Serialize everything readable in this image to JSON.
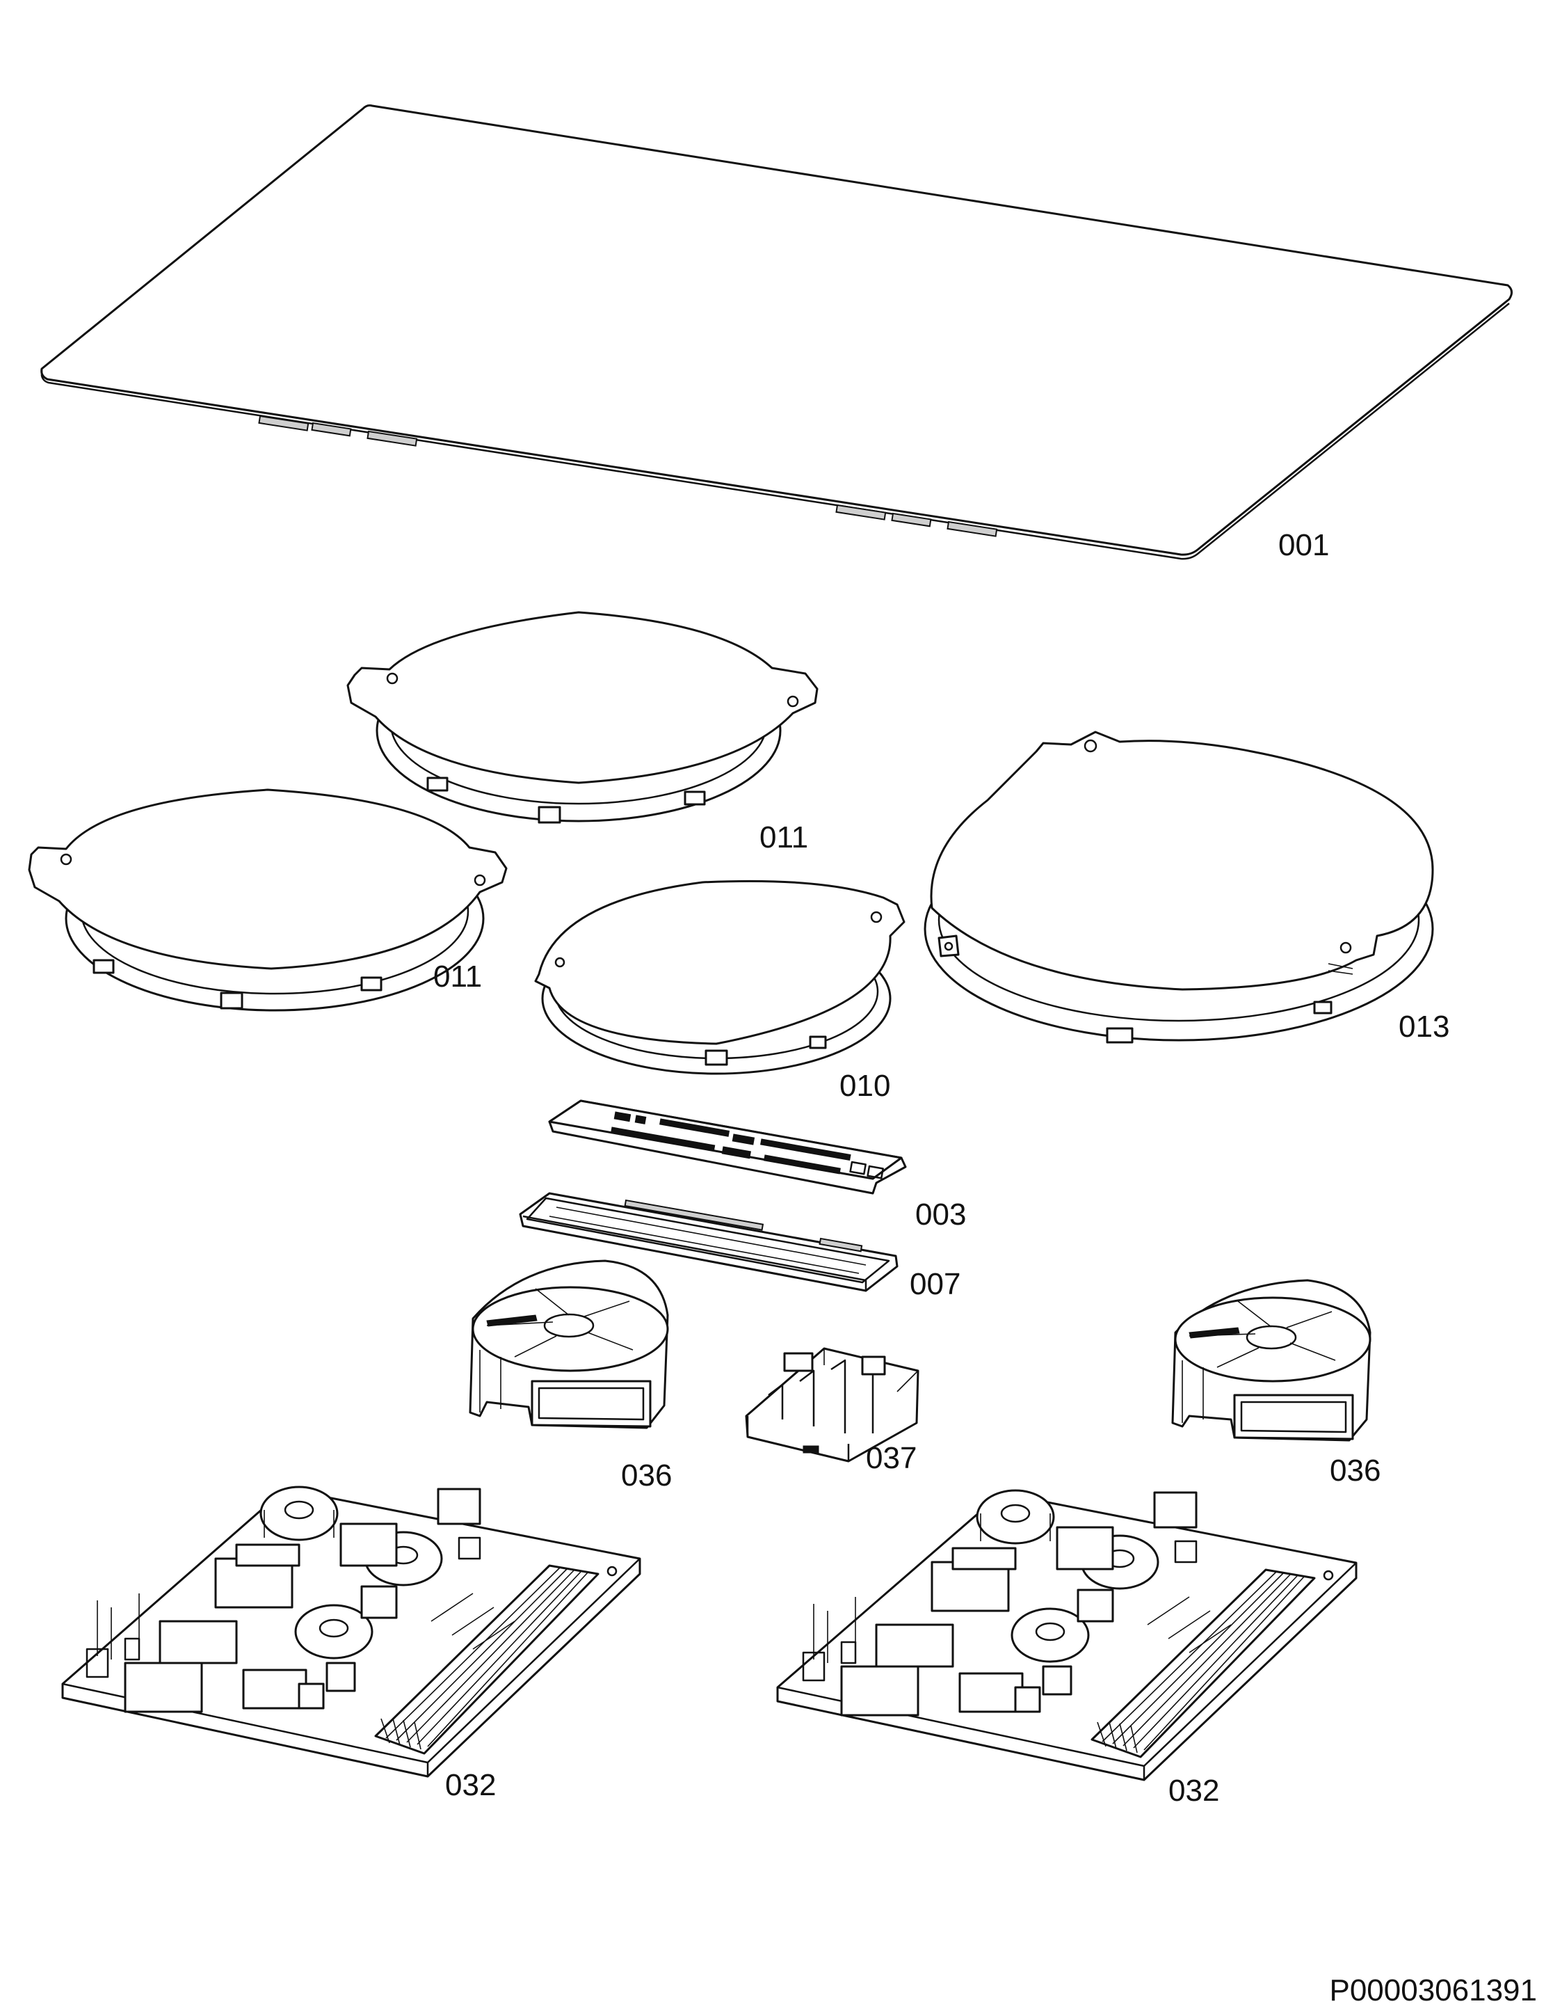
{
  "parts": [
    {
      "id": "glass-top",
      "label": "001"
    },
    {
      "id": "coil-rear-middle",
      "label": "011"
    },
    {
      "id": "coil-left",
      "label": "011"
    },
    {
      "id": "coil-front-middle",
      "label": "010"
    },
    {
      "id": "coil-right-large",
      "label": "013"
    },
    {
      "id": "control-board",
      "label": "003"
    },
    {
      "id": "control-board-frame",
      "label": "007"
    },
    {
      "id": "fan-left",
      "label": "036"
    },
    {
      "id": "terminal-block",
      "label": "037"
    },
    {
      "id": "fan-right",
      "label": "036"
    },
    {
      "id": "power-board-left",
      "label": "032"
    },
    {
      "id": "power-board-right",
      "label": "032"
    }
  ],
  "document_id": "P00003061391"
}
